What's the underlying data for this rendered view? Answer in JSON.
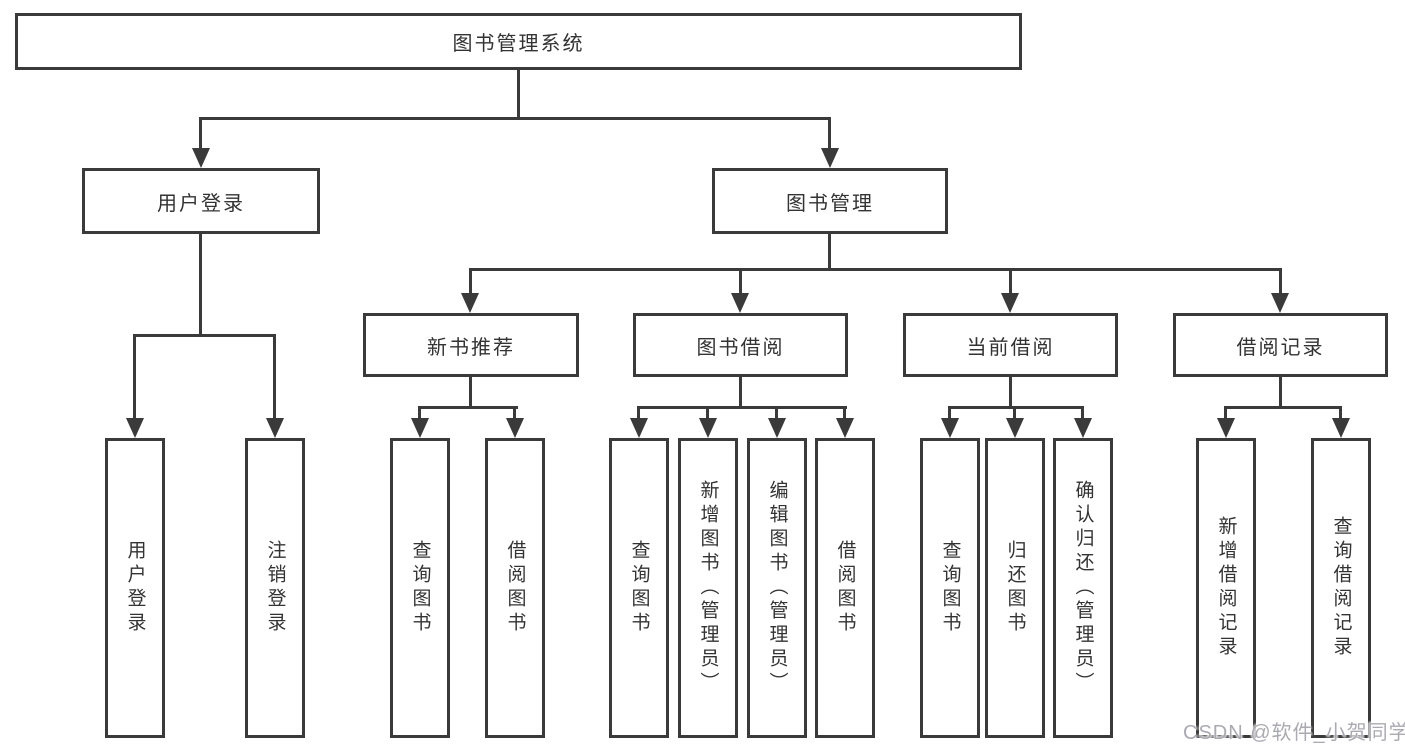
{
  "diagram": {
    "root": {
      "label": "图书管理系统"
    },
    "level2": [
      {
        "id": "user-login",
        "label": "用户登录"
      },
      {
        "id": "book-management",
        "label": "图书管理"
      }
    ],
    "level3": [
      {
        "id": "new-book-recommend",
        "label": "新书推荐"
      },
      {
        "id": "book-borrow",
        "label": "图书借阅"
      },
      {
        "id": "current-borrow",
        "label": "当前借阅"
      },
      {
        "id": "borrow-records",
        "label": "借阅记录"
      }
    ],
    "leaves": [
      {
        "id": "user-login",
        "label": "用户登录",
        "parent": "用户登录"
      },
      {
        "id": "logout",
        "label": "注销登录",
        "parent": "用户登录"
      },
      {
        "id": "query-books-recommend",
        "label": "查询图书",
        "parent": "新书推荐"
      },
      {
        "id": "borrow-books-recommend",
        "label": "借阅图书",
        "parent": "新书推荐"
      },
      {
        "id": "query-books-borrow",
        "label": "查询图书",
        "parent": "图书借阅"
      },
      {
        "id": "add-book-admin",
        "label": "新增图书（管理员）",
        "parent": "图书借阅"
      },
      {
        "id": "edit-book-admin",
        "label": "编辑图书（管理员）",
        "parent": "图书借阅"
      },
      {
        "id": "borrow-books",
        "label": "借阅图书",
        "parent": "图书借阅"
      },
      {
        "id": "query-books-current",
        "label": "查询图书",
        "parent": "当前借阅"
      },
      {
        "id": "return-books",
        "label": "归还图书",
        "parent": "当前借阅"
      },
      {
        "id": "confirm-return-admin",
        "label": "确认归还（管理员）",
        "parent": "当前借阅"
      },
      {
        "id": "add-borrow-record",
        "label": "新增借阅记录",
        "parent": "借阅记录"
      },
      {
        "id": "query-borrow-record",
        "label": "查询借阅记录",
        "parent": "借阅记录"
      }
    ]
  },
  "watermark": {
    "text": "CSDN @软件_小贺同学"
  },
  "colors": {
    "line": "#3a3a3a",
    "text": "#333333",
    "background": "#ffffff",
    "watermark": "#aaaab2"
  }
}
